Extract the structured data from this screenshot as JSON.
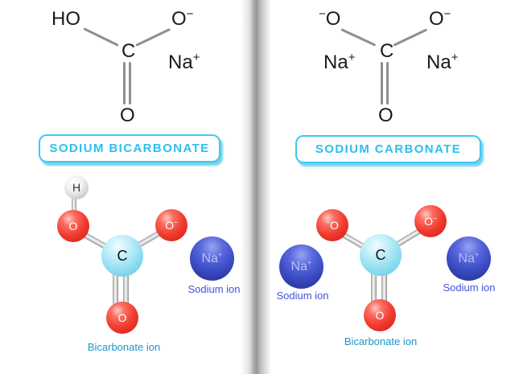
{
  "left": {
    "title": "SODIUM BICARBONATE",
    "formula": {
      "ho": "HO",
      "o_top_base": "O",
      "o_top_sup": "−",
      "c": "C",
      "na_base": "Na",
      "na_sup": "+",
      "o_bottom": "O"
    },
    "model": {
      "h": "H",
      "o_left": "O",
      "o_right_base": "O",
      "o_right_sup": "−",
      "c": "C",
      "o_bottom": "O",
      "na_base": "Na",
      "na_sup": "+",
      "na_caption": "Sodium ion",
      "caption": "Bicarbonate ion"
    }
  },
  "right": {
    "title": "SODIUM CARBONATE",
    "formula": {
      "o_left_sup": "−",
      "o_left_base": "O",
      "o_right_base": "O",
      "o_right_sup": "−",
      "c": "C",
      "na_left_base": "Na",
      "na_left_sup": "+",
      "na_right_base": "Na",
      "na_right_sup": "+",
      "o_bottom": "O"
    },
    "model": {
      "o_left_sup": "−",
      "o_left_base": "O",
      "o_right_base": "O",
      "o_right_sup": "−",
      "c": "C",
      "o_bottom": "O",
      "na_left_base": "Na",
      "na_left_sup": "+",
      "na_right_base": "Na",
      "na_right_sup": "+",
      "na_left_caption": "Sodium ion",
      "na_right_caption": "Sodium ion",
      "caption": "Bicarbonate ion"
    }
  },
  "colors": {
    "accent_cyan": "#3ec9f2",
    "badge_text": "#2bc0ee",
    "oxygen_red": "#f23a2e",
    "carbon_blue": "#8edcf0",
    "sodium_blue": "#3c4cc4",
    "hydrogen_silver": "#d9d9d9",
    "bond_gray": "#8f8f8f",
    "sodium_caption": "#4153d8",
    "molecule_caption": "#1e96c8"
  }
}
